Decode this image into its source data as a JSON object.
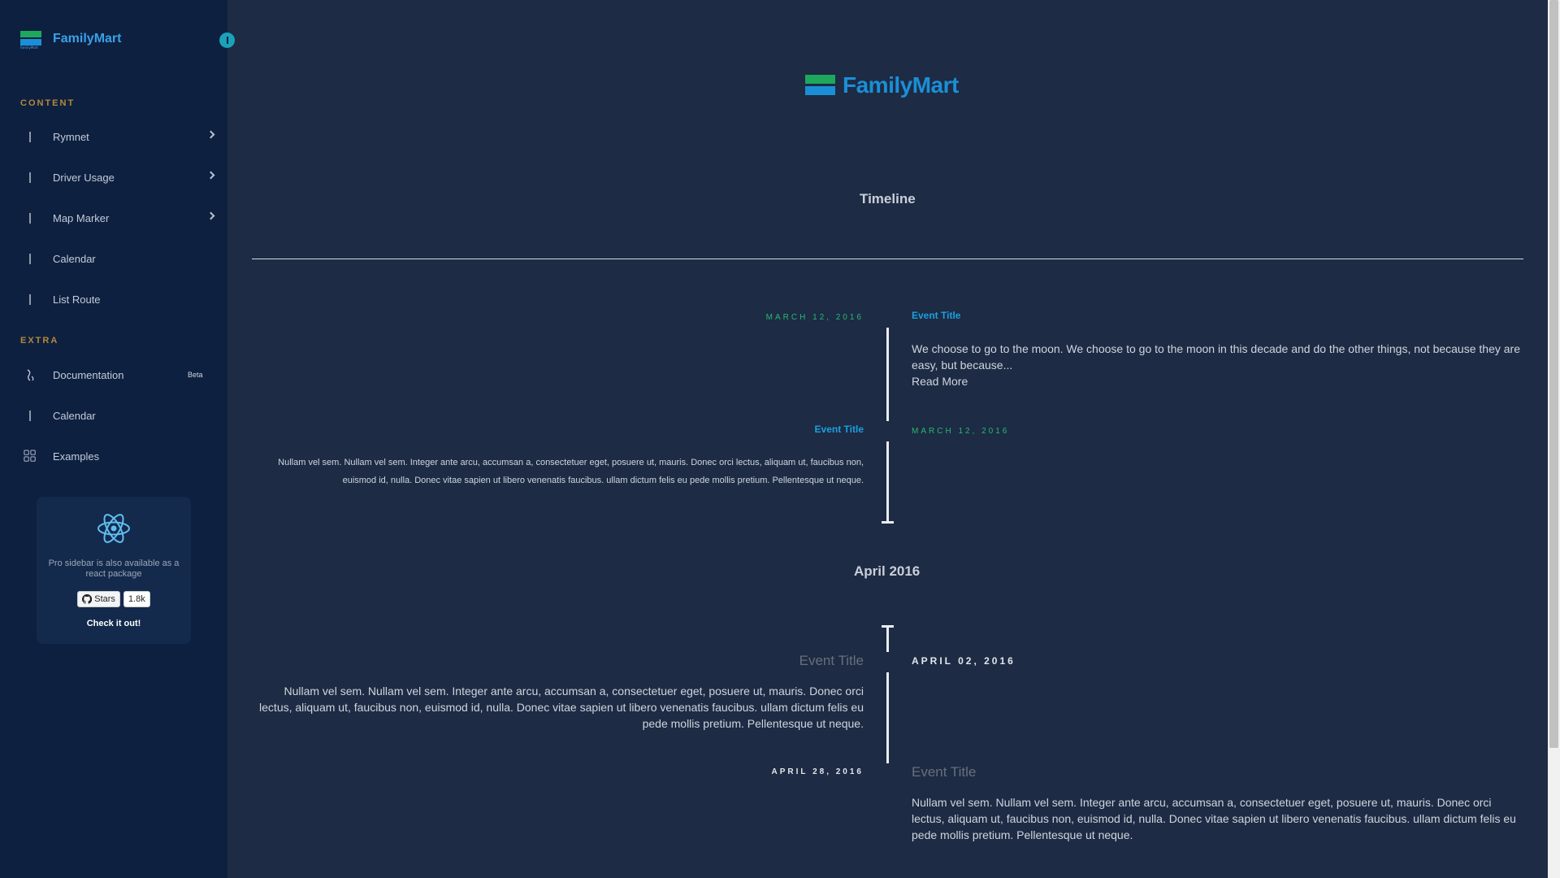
{
  "brand": {
    "name": "FamilyMart",
    "logo_small_text": "FamilyMart"
  },
  "sidebar": {
    "content_label": "CONTENT",
    "content_items": [
      {
        "label": "Rymnet",
        "submenu": true
      },
      {
        "label": "Driver Usage",
        "submenu": true
      },
      {
        "label": "Map Marker",
        "submenu": true
      },
      {
        "label": "Calendar",
        "submenu": false
      },
      {
        "label": "List Route",
        "submenu": false
      }
    ],
    "extra_label": "EXTRA",
    "extra_items": [
      {
        "label": "Documentation",
        "badge": "Beta"
      },
      {
        "label": "Calendar"
      },
      {
        "label": "Examples"
      }
    ],
    "promo": {
      "text": "Pro sidebar is also available as a react package",
      "stars_label": "Stars",
      "stars_count": "1.8k",
      "cta": "Check it out!"
    }
  },
  "main": {
    "logo_text": "FamilyMart",
    "title": "Timeline",
    "month_label": "April 2016",
    "events": [
      {
        "date": "MARCH 12, 2016",
        "title": "Event Title",
        "text": "We choose to go to the moon. We choose to go to the moon in this decade and do the other things, not because they are easy, but because...",
        "link": "Read More"
      },
      {
        "date": "MARCH 12, 2016",
        "title": "Event Title",
        "text": "Nullam vel sem. Nullam vel sem. Integer ante arcu, accumsan a, consectetuer eget, posuere ut, mauris. Donec orci lectus, aliquam ut, faucibus non, euismod id, nulla. Donec vitae sapien ut libero venenatis faucibus. ullam dictum felis eu pede mollis pretium. Pellentesque ut neque."
      },
      {
        "date": "APRIL 02, 2016",
        "title": "Event Title",
        "text": "Nullam vel sem. Nullam vel sem. Integer ante arcu, accumsan a, consectetuer eget, posuere ut, mauris. Donec orci lectus, aliquam ut, faucibus non, euismod id, nulla. Donec vitae sapien ut libero venenatis faucibus. ullam dictum felis eu pede mollis pretium. Pellentesque ut neque."
      },
      {
        "date": "APRIL 28, 2016",
        "title": "Event Title",
        "text": "Nullam vel sem. Nullam vel sem. Integer ante arcu, accumsan a, consectetuer eget, posuere ut, mauris. Donec orci lectus, aliquam ut, faucibus non, euismod id, nulla. Donec vitae sapien ut libero venenatis faucibus. ullam dictum felis eu pede mollis pretium. Pellentesque ut neque."
      }
    ]
  },
  "colors": {
    "sidebar_bg": "#0e2040",
    "main_bg": "#1d2b44",
    "brand_blue": "#1a8fd6",
    "brand_green": "#1ea85e",
    "section_label": "#b3893a",
    "date_green": "#2bb773",
    "event_title_blue": "#1aa0e0"
  },
  "icons": {
    "menu": "menu-icon-placeholder",
    "documentation": "book-icon",
    "examples": "grid-icon",
    "react": "react-logo-icon",
    "github": "github-icon",
    "chevron": "chevron-right-icon"
  }
}
